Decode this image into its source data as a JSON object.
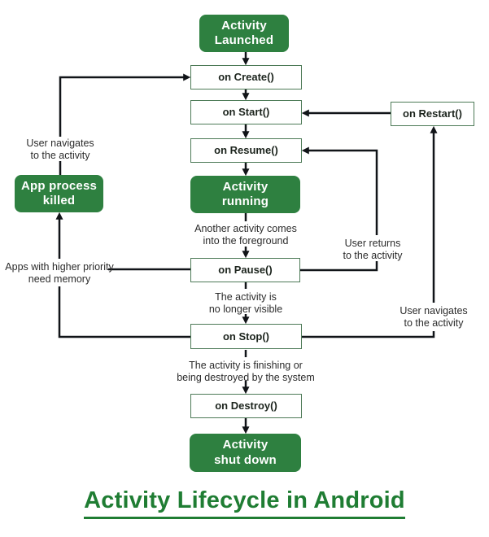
{
  "title": "Activity Lifecycle in Android",
  "colors": {
    "node_green": "#2e8040",
    "title_green": "#1f7d33",
    "white_box_border": "#4d7a57",
    "connector": "#111418"
  },
  "nodes": {
    "activity_launched": {
      "label": "Activity\nLaunched"
    },
    "on_create": {
      "label": "on Create()"
    },
    "on_start": {
      "label": "on Start()"
    },
    "on_resume": {
      "label": "on Resume()"
    },
    "activity_running": {
      "label": "Activity\nrunning"
    },
    "on_pause": {
      "label": "on Pause()"
    },
    "on_stop": {
      "label": "on Stop()"
    },
    "on_destroy": {
      "label": "on Destroy()"
    },
    "activity_shut_down": {
      "label": "Activity\nshut down"
    },
    "app_process_killed": {
      "label": "App process\nkilled"
    },
    "on_restart": {
      "label": "on Restart()"
    }
  },
  "annotations": {
    "user_navigates_left": "User navigates\nto the activity",
    "another_activity_foreground": "Another activity comes\ninto the foreground",
    "user_returns": "User returns\nto the activity",
    "higher_priority_memory": "Apps with higher priority\nneed memory",
    "no_longer_visible": "The activity is\nno longer visible",
    "user_navigates_right": "User navigates\nto the activity",
    "finishing_destroyed": "The activity is finishing or\nbeing destroyed by the system"
  }
}
